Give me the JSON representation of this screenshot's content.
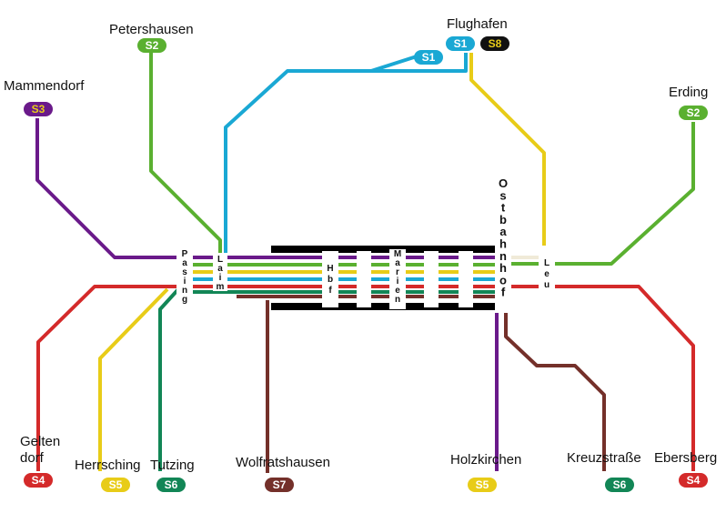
{
  "colors": {
    "S1": "#1aa8d4",
    "S2": "#5ab030",
    "S3": "#6a1a8a",
    "S4": "#d42a2a",
    "S5": "#e8cc18",
    "S6": "#128656",
    "S7": "#74302a",
    "S8": "#111111"
  },
  "terminals": {
    "petershausen": "Petershausen",
    "flughafen": "Flughafen",
    "mammendorf": "Mammendorf",
    "erding": "Erding",
    "gelten_1": "Gelten",
    "gelten_2": "dorf",
    "herrsching": "Herrsching",
    "tutzing": "Tutzing",
    "wolfratshausen": "Wolfratshausen",
    "holzkirchen": "Holzkirchen",
    "kreuzstrasse": "Kreuzstraße",
    "ebersberg": "Ebersberg"
  },
  "pills": {
    "s1": "S1",
    "s2": "S2",
    "s3": "S3",
    "s4": "S4",
    "s5": "S5",
    "s6": "S6",
    "s7": "S7",
    "s8": "S8"
  },
  "stations": {
    "pasing": [
      "P",
      "a",
      "s",
      "i",
      "n",
      "g"
    ],
    "laim": [
      "L",
      "a",
      "i",
      "m"
    ],
    "hbf": [
      "H",
      "b",
      "f"
    ],
    "marien": [
      "M",
      "a",
      "r",
      "i",
      "e",
      "n"
    ],
    "ostbahnhof": [
      "O",
      "s",
      "t",
      "b",
      "a",
      "h",
      "n",
      "h",
      "o",
      "f"
    ],
    "leu": [
      "L",
      "e",
      "u"
    ]
  }
}
